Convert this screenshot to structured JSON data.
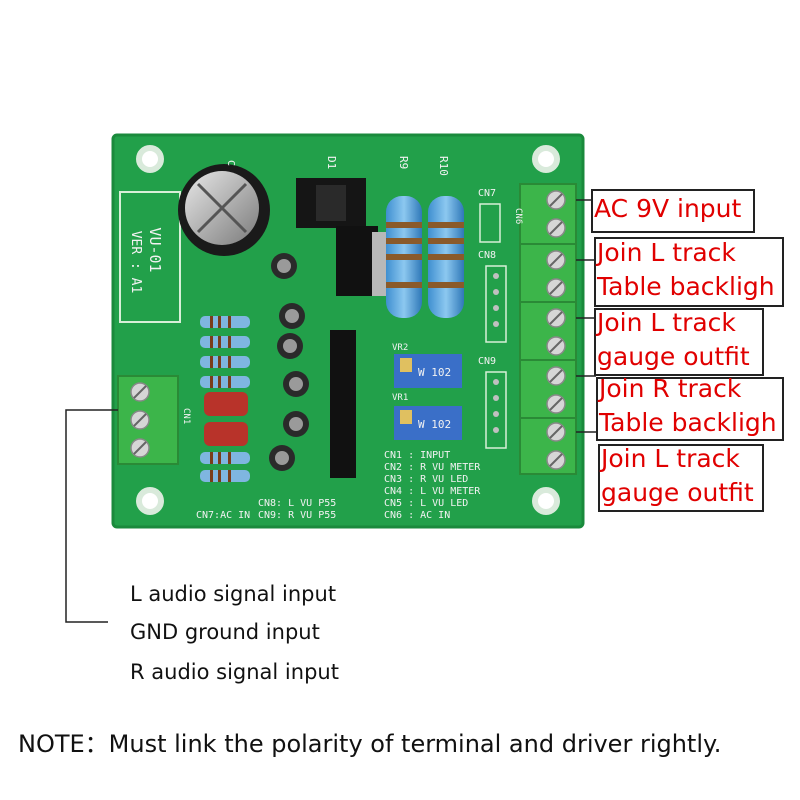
{
  "board": {
    "model": "VU-01",
    "version": "VER : A1",
    "refs": {
      "c": "C",
      "d1": "D1",
      "r9": "R9",
      "r10": "R10",
      "cn7": "CN7",
      "cn8": "CN8",
      "cn9": "CN9",
      "cn6": "CN6",
      "cn1": "CN1",
      "vr1": "VR1",
      "vr2": "VR2",
      "pot_code": "W 102"
    },
    "legend_lines": [
      "CN1 : INPUT",
      "CN2 : R VU METER",
      "CN3 : R VU LED",
      "CN4 : L VU METER",
      "CN5 : L VU LED",
      "CN6 : AC IN"
    ],
    "bottom_lines": [
      "CN8: L VU P55",
      "CN9: R VU P55"
    ],
    "cn7_label": "CN7:AC IN"
  },
  "callouts": [
    {
      "lines": [
        "AC 9V  input"
      ]
    },
    {
      "lines": [
        "Join L track",
        "Table backligh"
      ]
    },
    {
      "lines": [
        "Join L track",
        "gauge outfit"
      ]
    },
    {
      "lines": [
        "Join R track",
        "Table backligh"
      ]
    },
    {
      "lines": [
        "Join L track",
        "gauge outfit"
      ]
    }
  ],
  "signals": {
    "left": "L audio signal input",
    "gnd": "GND ground input",
    "right": "R audio signal input"
  },
  "note": "NOTE：Must link the polarity of terminal and driver rightly.",
  "colors": {
    "pcb": "#22a04a",
    "terminal": "#3cb54a",
    "callout_text": "#e00000"
  }
}
